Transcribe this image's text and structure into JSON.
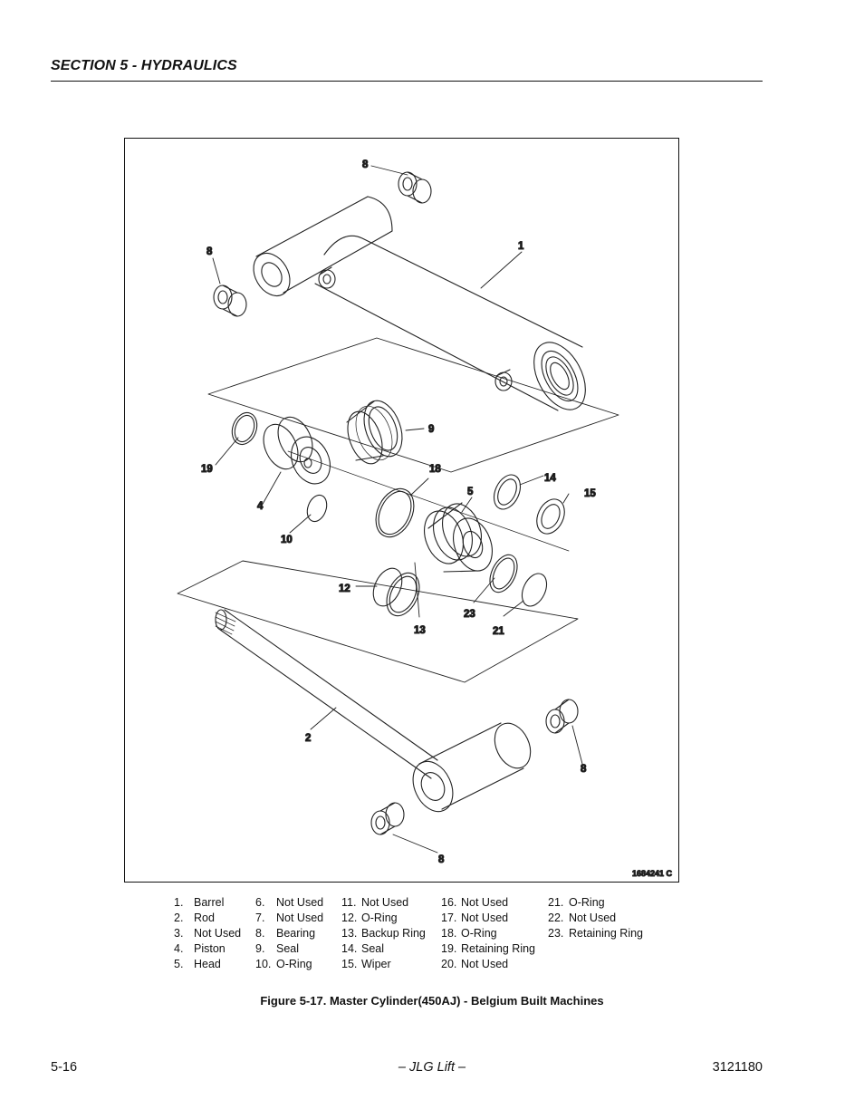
{
  "header": {
    "section_title": "SECTION 5 - HYDRAULICS"
  },
  "figure": {
    "drawing_id": "1684241 C",
    "callouts": [
      "8",
      "8",
      "1",
      "9",
      "19",
      "18",
      "14",
      "5",
      "15",
      "4",
      "10",
      "12",
      "23",
      "13",
      "21",
      "2",
      "8",
      "8"
    ]
  },
  "legend": {
    "columns": [
      [
        {
          "num": "1.",
          "label": "Barrel"
        },
        {
          "num": "2.",
          "label": "Rod"
        },
        {
          "num": "3.",
          "label": "Not Used"
        },
        {
          "num": "4.",
          "label": "Piston"
        },
        {
          "num": "5.",
          "label": "Head"
        }
      ],
      [
        {
          "num": "6.",
          "label": "Not Used"
        },
        {
          "num": "7.",
          "label": "Not Used"
        },
        {
          "num": "8.",
          "label": "Bearing"
        },
        {
          "num": "9.",
          "label": "Seal"
        },
        {
          "num": "10.",
          "label": "O-Ring"
        }
      ],
      [
        {
          "num": "11.",
          "label": "Not Used"
        },
        {
          "num": "12.",
          "label": "O-Ring"
        },
        {
          "num": "13.",
          "label": "Backup Ring"
        },
        {
          "num": "14.",
          "label": "Seal"
        },
        {
          "num": "15.",
          "label": "Wiper"
        }
      ],
      [
        {
          "num": "16.",
          "label": "Not Used"
        },
        {
          "num": "17.",
          "label": "Not Used"
        },
        {
          "num": "18.",
          "label": "O-Ring"
        },
        {
          "num": "19.",
          "label": "Retaining Ring"
        },
        {
          "num": "20.",
          "label": "Not Used"
        }
      ],
      [
        {
          "num": "21.",
          "label": "O-Ring"
        },
        {
          "num": "22.",
          "label": "Not Used"
        },
        {
          "num": "23.",
          "label": "Retaining Ring"
        }
      ]
    ]
  },
  "caption": "Figure 5-17.  Master Cylinder(450AJ) - Belgium Built Machines",
  "footer": {
    "page_number": "5-16",
    "center_text": "– JLG Lift –",
    "doc_number": "3121180"
  }
}
